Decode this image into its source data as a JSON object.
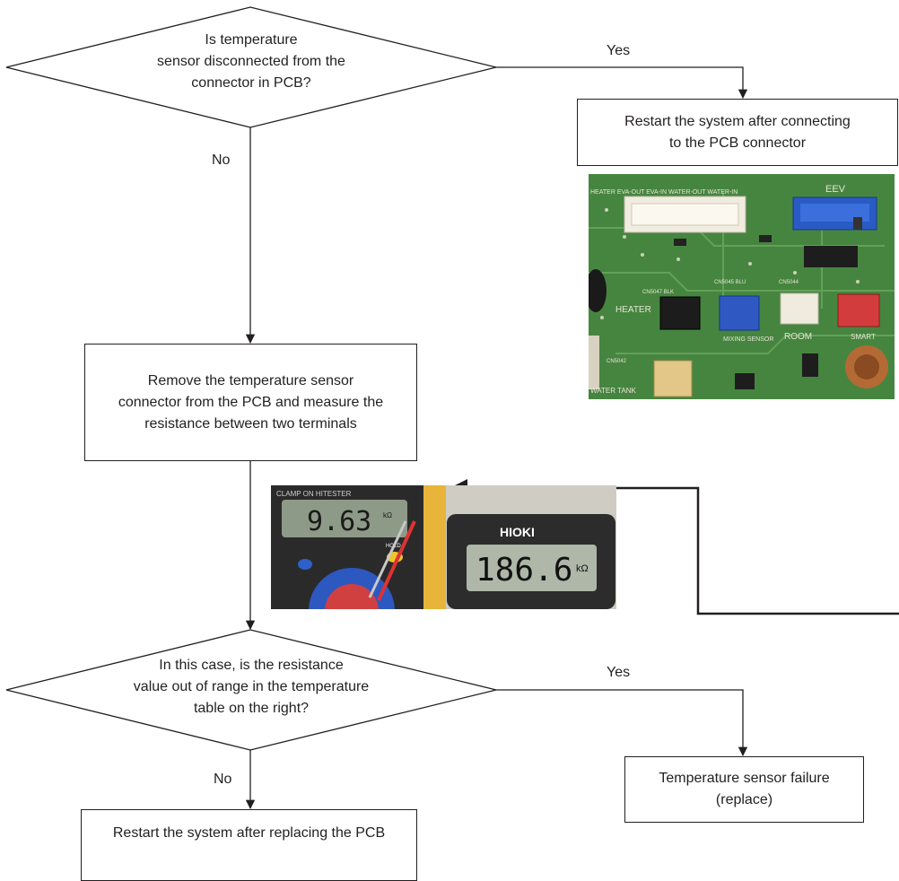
{
  "nodes": {
    "decision1": "Is temperature\nsensor disconnected from the\nconnector in PCB?",
    "restart_connect": "Restart the system after connecting\nto the PCB connector",
    "remove_measure": "Remove the temperature sensor\nconnector from the PCB and measure the\nresistance between two terminals",
    "decision2": "In this case, is the resistance\nvalue out of range in the temperature\ntable on the right?",
    "sensor_failure": "Temperature sensor failure\n(replace)",
    "restart_replace": "Restart the system after replacing the PCB"
  },
  "edge_labels": {
    "d1_yes": "Yes",
    "d1_no": "No",
    "d2_yes": "Yes",
    "d2_no": "No"
  },
  "pcb_photo": {
    "silkscreen_top": "HEATER EVA-OUT EVA-IN WATER-OUT WATER-IN",
    "eev": "EEV",
    "heater": "HEATER",
    "mixing_sensor": "MIXING SENSOR",
    "room": "ROOM",
    "smart": "SMART",
    "water_tank": "WATER TANK",
    "cn_a": "CN5047 BLK",
    "cn_b": "CN5045 BLU",
    "cn_c": "CN5044",
    "cn_d": "CN5042"
  },
  "multimeter_photo": {
    "left_header": "CLAMP ON HITESTER",
    "left_reading": "9.63",
    "left_unit": "kΩ",
    "hold": "HOLD",
    "brand": "HIOKI",
    "right_reading": "186.6",
    "right_unit": "kΩ"
  }
}
